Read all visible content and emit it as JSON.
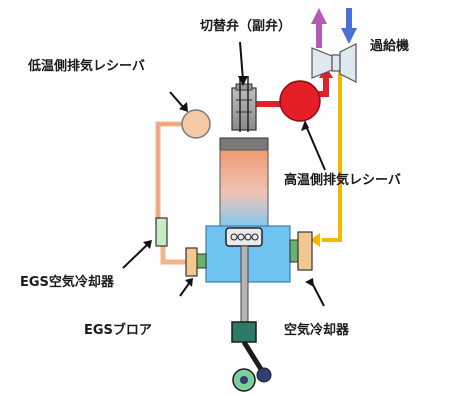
{
  "labels": {
    "switch_valve": "切替弁（副弁）",
    "low_temp_receiver": "低温側排気レシーバ",
    "turbocharger": "過給機",
    "high_temp_receiver": "高温側排気レシーバ",
    "egs_air_cooler": "EGS空気冷却器",
    "egs_blower": "EGSブロア",
    "air_cooler": "空気冷却器"
  },
  "colors": {
    "low_temp_line": "#f2b48a",
    "high_temp_line": "#e0202a",
    "air_line": "#f5b800",
    "exhaust_out_arrow": "#b45ab4",
    "air_in_arrow": "#4a6fd6",
    "scavenge_box": "#6ec3f0",
    "pipe_outline": "#3a3a3a"
  }
}
